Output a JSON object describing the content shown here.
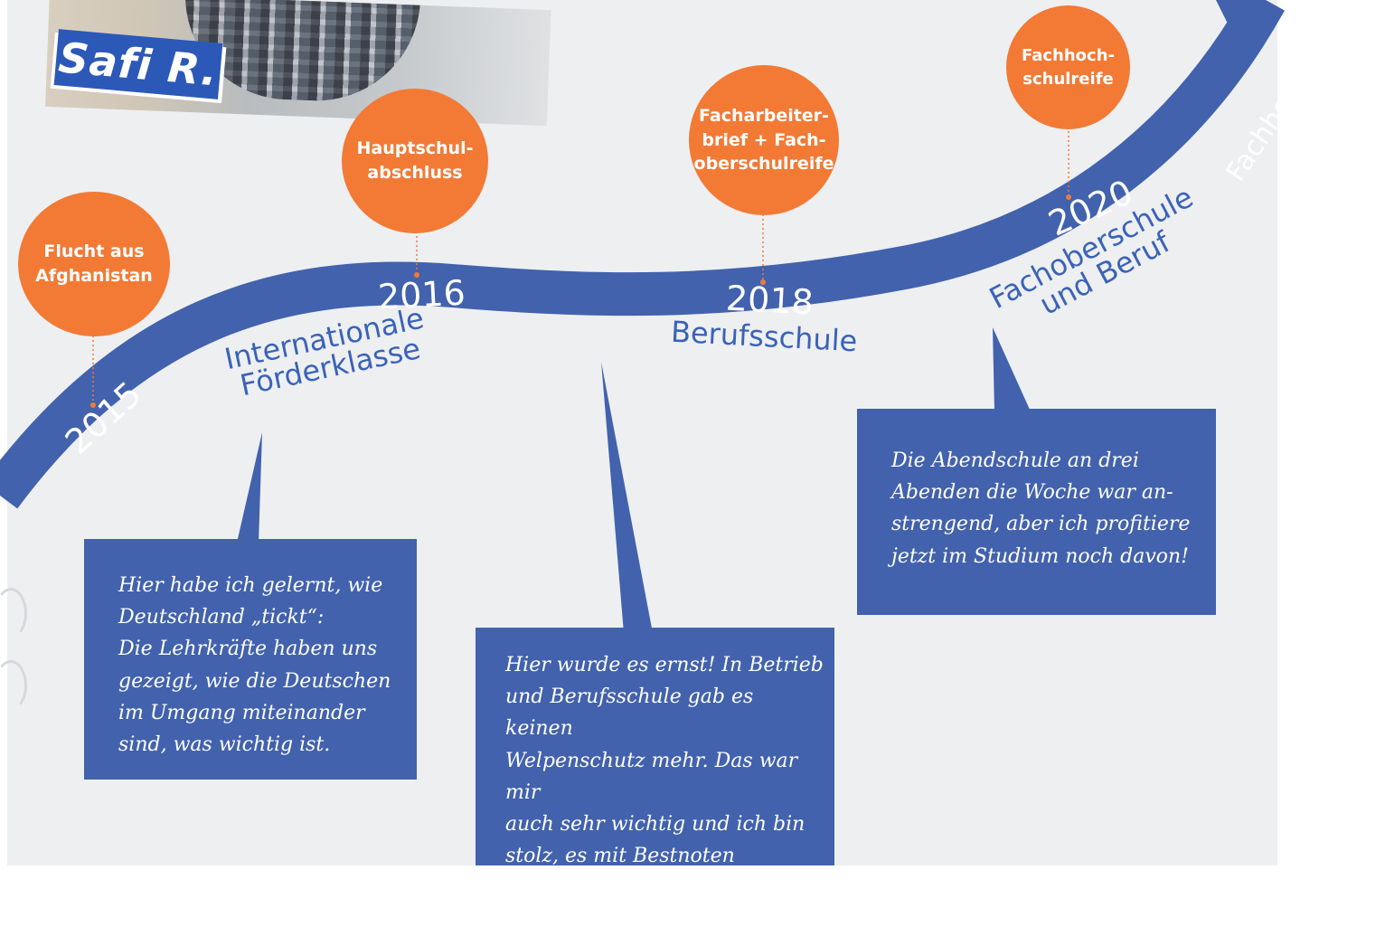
{
  "colors": {
    "timeline": "#4262ad",
    "milestone": "#f27a35",
    "background": "#eeeff1"
  },
  "person": {
    "name": "Safi R."
  },
  "milestones": [
    {
      "label": "Flucht aus\nAfghanistan"
    },
    {
      "label": "Hauptschul-\nabschluss"
    },
    {
      "label": "Facharbeiter-\nbrief + Fach-\noberschulreife"
    },
    {
      "label": "Fachhoch-\nschulreife"
    }
  ],
  "years": [
    "2015",
    "2016",
    "2018",
    "2020"
  ],
  "phases": [
    {
      "label": "Internationale\nFörderklasse"
    },
    {
      "label": "Berufsschule"
    },
    {
      "label": "Fachoberschule\nund Beruf"
    },
    {
      "label": "Fachhochschule"
    }
  ],
  "quotes": [
    {
      "text": "Hier habe ich gelernt, wie\nDeutschland „tickt“:\nDie Lehrkräfte haben uns\ngezeigt, wie die Deutschen\nim Umgang miteinander\nsind, was wichtig ist."
    },
    {
      "text": "Hier wurde es ernst! In Betrieb\nund Berufsschule gab es keinen\nWelpenschutz mehr. Das war mir\nauch sehr wichtig und ich bin\nstolz, es mit Bestnoten geschafft\nzu haben."
    },
    {
      "text": "Die Abendschule an drei\nAbenden die Woche war an-\nstrengend, aber ich profitiere\njetzt im Studium noch davon!"
    }
  ]
}
